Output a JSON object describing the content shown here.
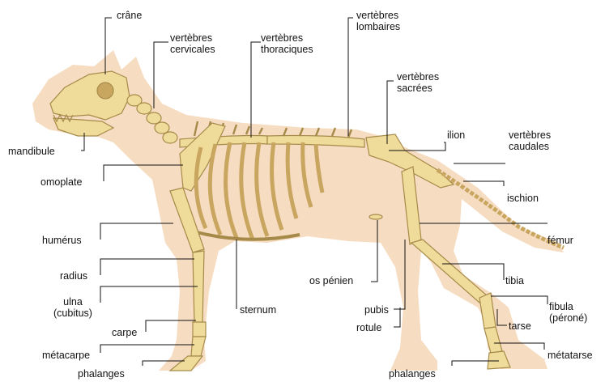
{
  "labels": {
    "crane": "crâne",
    "vert_cervicales": "vertèbres\ncervicales",
    "vert_thoraciques": "vertèbres\nthoraciques",
    "vert_lombaires": "vertèbres\nlombaires",
    "vert_sacrees": "vertèbres\nsacrées",
    "ilion": "ilion",
    "vert_caudales": "vertèbres\ncaudales",
    "mandibule": "mandibule",
    "omoplate": "omoplate",
    "ischion": "ischion",
    "humerus": "humérus",
    "femur": "fémur",
    "radius": "radius",
    "os_penien": "os pénien",
    "tibia": "tibia",
    "ulna": "ulna\n(cubitus)",
    "sternum": "sternum",
    "pubis": "pubis",
    "fibula": "fibula\n(péroné)",
    "rotule": "rotule",
    "tarse": "tarse",
    "carpe": "carpe",
    "metacarpe": "métacarpe",
    "metatarse": "métatarse",
    "phalanges_front": "phalanges",
    "phalanges_hind": "phalanges"
  },
  "colors": {
    "silhouette": "#f6dcc0",
    "bone": "#f0dc9a",
    "bone_stroke": "#a68a4a",
    "leader": "#111111"
  }
}
